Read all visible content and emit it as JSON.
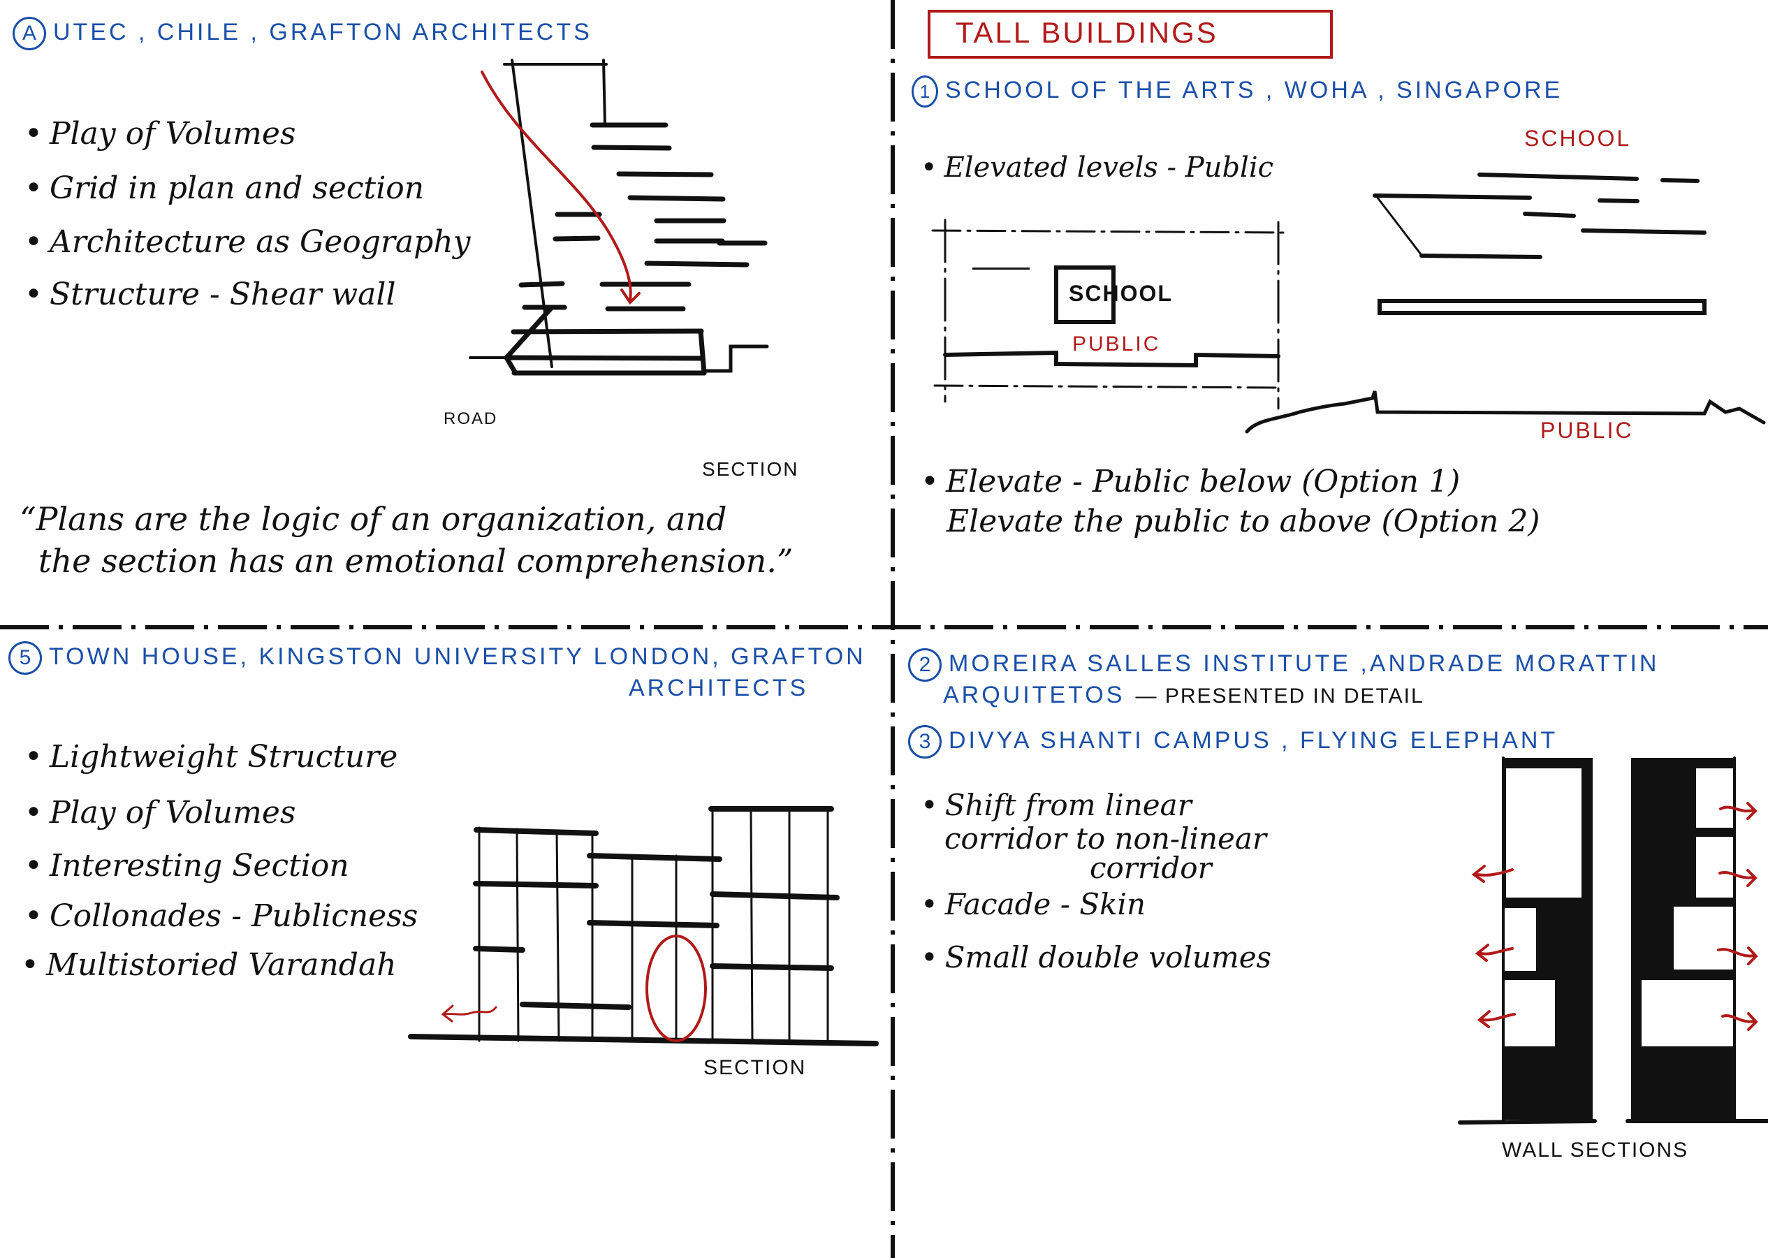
{
  "quadrants": {
    "top_left": {
      "heading_number": "A",
      "heading": "UTEC , CHILE , GRAFTON ARCHITECTS",
      "bullets": [
        "Play of Volumes",
        "Grid in plan and section",
        "Architecture as Geography",
        "Structure - Shear wall"
      ],
      "quote_line1": "“Plans are the logic of an organization, and",
      "quote_line2": "the section has an emotional comprehension.”",
      "sketch_labels": {
        "road": "ROAD",
        "section": "SECTION"
      }
    },
    "top_right": {
      "category_title": "TALL BUILDINGS",
      "heading_number": "1",
      "heading": "SCHOOL OF THE ARTS , WOHA , SINGAPORE",
      "bullets": [
        "Elevated levels - Public"
      ],
      "plan_labels": {
        "school": "SCHOOL",
        "public": "PUBLIC"
      },
      "section_labels": {
        "school": "SCHOOL",
        "public": "PUBLIC"
      },
      "options_line1": "Elevate - Public below (Option 1)",
      "options_line2": "Elevate the public to above (Option 2)"
    },
    "bottom_left": {
      "heading_number": "5",
      "heading_line1": "TOWN HOUSE, KINGSTON UNIVERSITY LONDON, GRAFTON",
      "heading_line2": "ARCHITECTS",
      "bullets": [
        "Lightweight Structure",
        "Play of Volumes",
        "Interesting Section",
        "Collonades - Publicness",
        "Multistoried Varandah"
      ],
      "sketch_labels": {
        "section": "SECTION"
      }
    },
    "bottom_right": {
      "item2_number": "2",
      "item2_line1": "MOREIRA SALLES INSTITUTE ,ANDRADE MORATTIN",
      "item2_line2_blue": "ARQUITETOS",
      "item2_line2_black": "— PRESENTED IN DETAIL",
      "item3_number": "3",
      "item3": "DIVYA SHANTI CAMPUS , FLYING ELEPHANT",
      "bullets": [
        "Shift from linear corridor to non-linear corridor",
        "Facade - Skin",
        "Small double volumes"
      ],
      "bullet1_line1": "Shift from linear",
      "bullet1_line2": "corridor to non-linear",
      "bullet1_line3": "corridor",
      "sketch_labels": {
        "wall_sections": "WALL SECTIONS"
      }
    }
  },
  "colors": {
    "ink_black": "#111111",
    "ink_blue": "#1a4fa8",
    "ink_red": "#b11a1a",
    "paper": "#fefefe"
  }
}
